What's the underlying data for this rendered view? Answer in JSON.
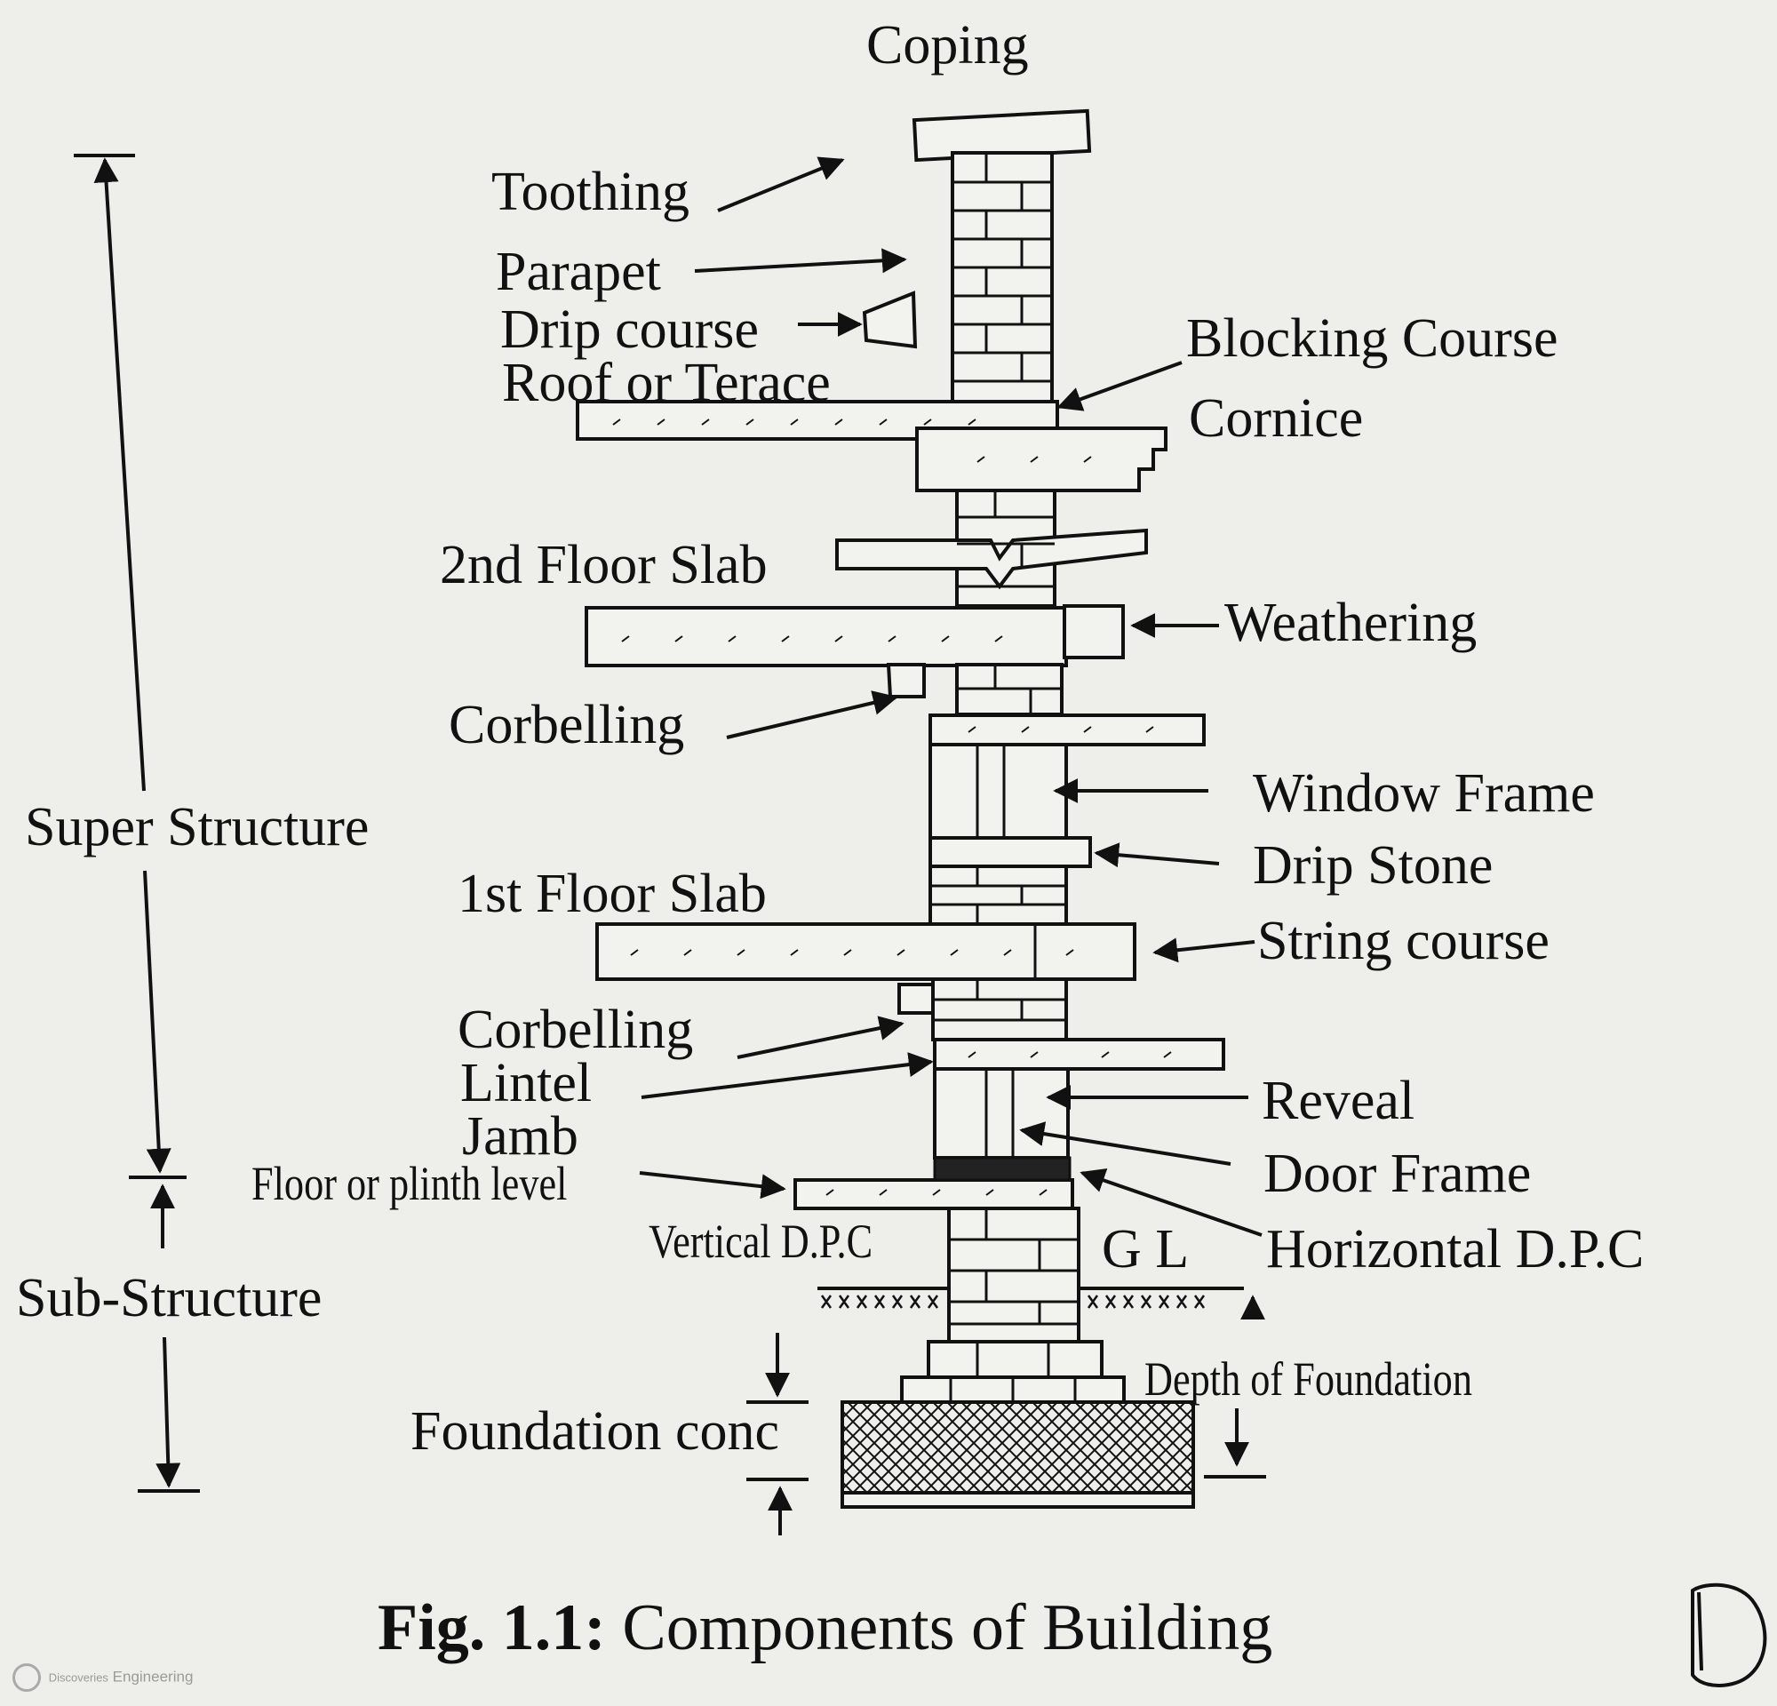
{
  "labels": {
    "coping": "Coping",
    "toothing": "Toothing",
    "parapet": "Parapet",
    "drip_course": "Drip course",
    "roof_or_terace": "Roof or Terace",
    "blocking_course": "Blocking Course",
    "cornice": "Cornice",
    "second_floor_slab": "2nd Floor Slab",
    "weathering": "Weathering",
    "corbelling_upper": "Corbelling",
    "window_frame": "Window Frame",
    "drip_stone": "Drip Stone",
    "first_floor_slab": "1st Floor Slab",
    "string_course": "String course",
    "corbelling_lower": "Corbelling",
    "lintel": "Lintel",
    "jamb": "Jamb",
    "reveal": "Reveal",
    "door_frame": "Door Frame",
    "floor_or_plinth_level": "Floor or plinth level",
    "vertical_dpc": "Vertical D.P.C",
    "gl": "G L",
    "horizontal_dpc": "Horizontal D.P.C",
    "super_structure": "Super Structure",
    "sub_structure": "Sub-Structure",
    "depth_of_foundation": "Depth of  Foundation",
    "foundation_conc": "Foundation conc"
  },
  "caption": {
    "prefix": "Fig. 1.1:",
    "text": " Components of Building"
  },
  "watermark": {
    "line1": "Discoveries",
    "line2": "Engineering"
  },
  "colors": {
    "ink": "#111111",
    "paper": "#eeeeea",
    "fill_light": "#f2f2ee",
    "dpc_fill": "#222222"
  }
}
